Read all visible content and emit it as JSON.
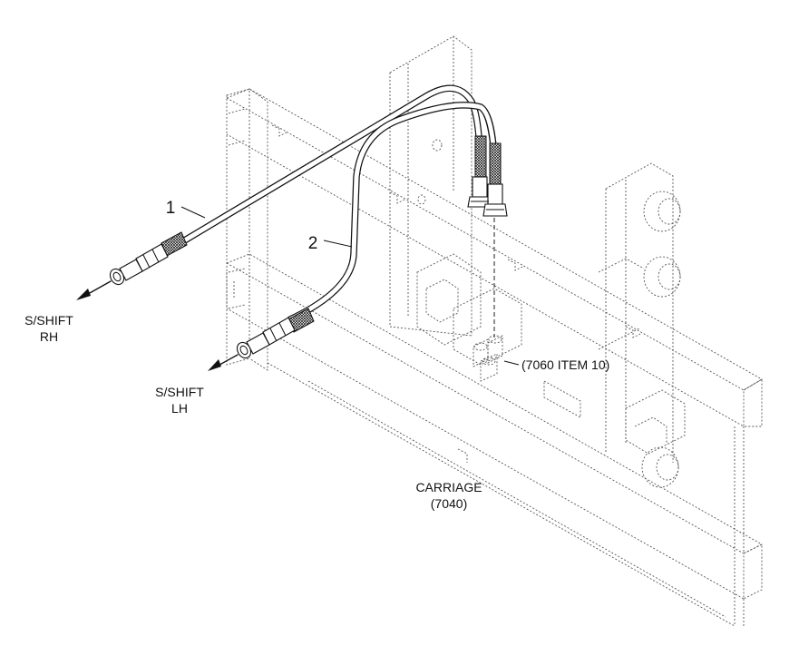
{
  "callouts": {
    "hose_1": "1",
    "hose_2": "2"
  },
  "labels": {
    "rh_line1": "S/SHIFT",
    "rh_line2": "RH",
    "lh_line1": "S/SHIFT",
    "lh_line2": "LH",
    "valve_ref": "(7060 ITEM 10)",
    "carriage_line1": "CARRIAGE",
    "carriage_line2": "(7040)"
  },
  "colors": {
    "line": "#111111",
    "hidden_line": "#555555",
    "background": "#ffffff"
  },
  "icons": {
    "hose_end": "arrow-icon"
  }
}
